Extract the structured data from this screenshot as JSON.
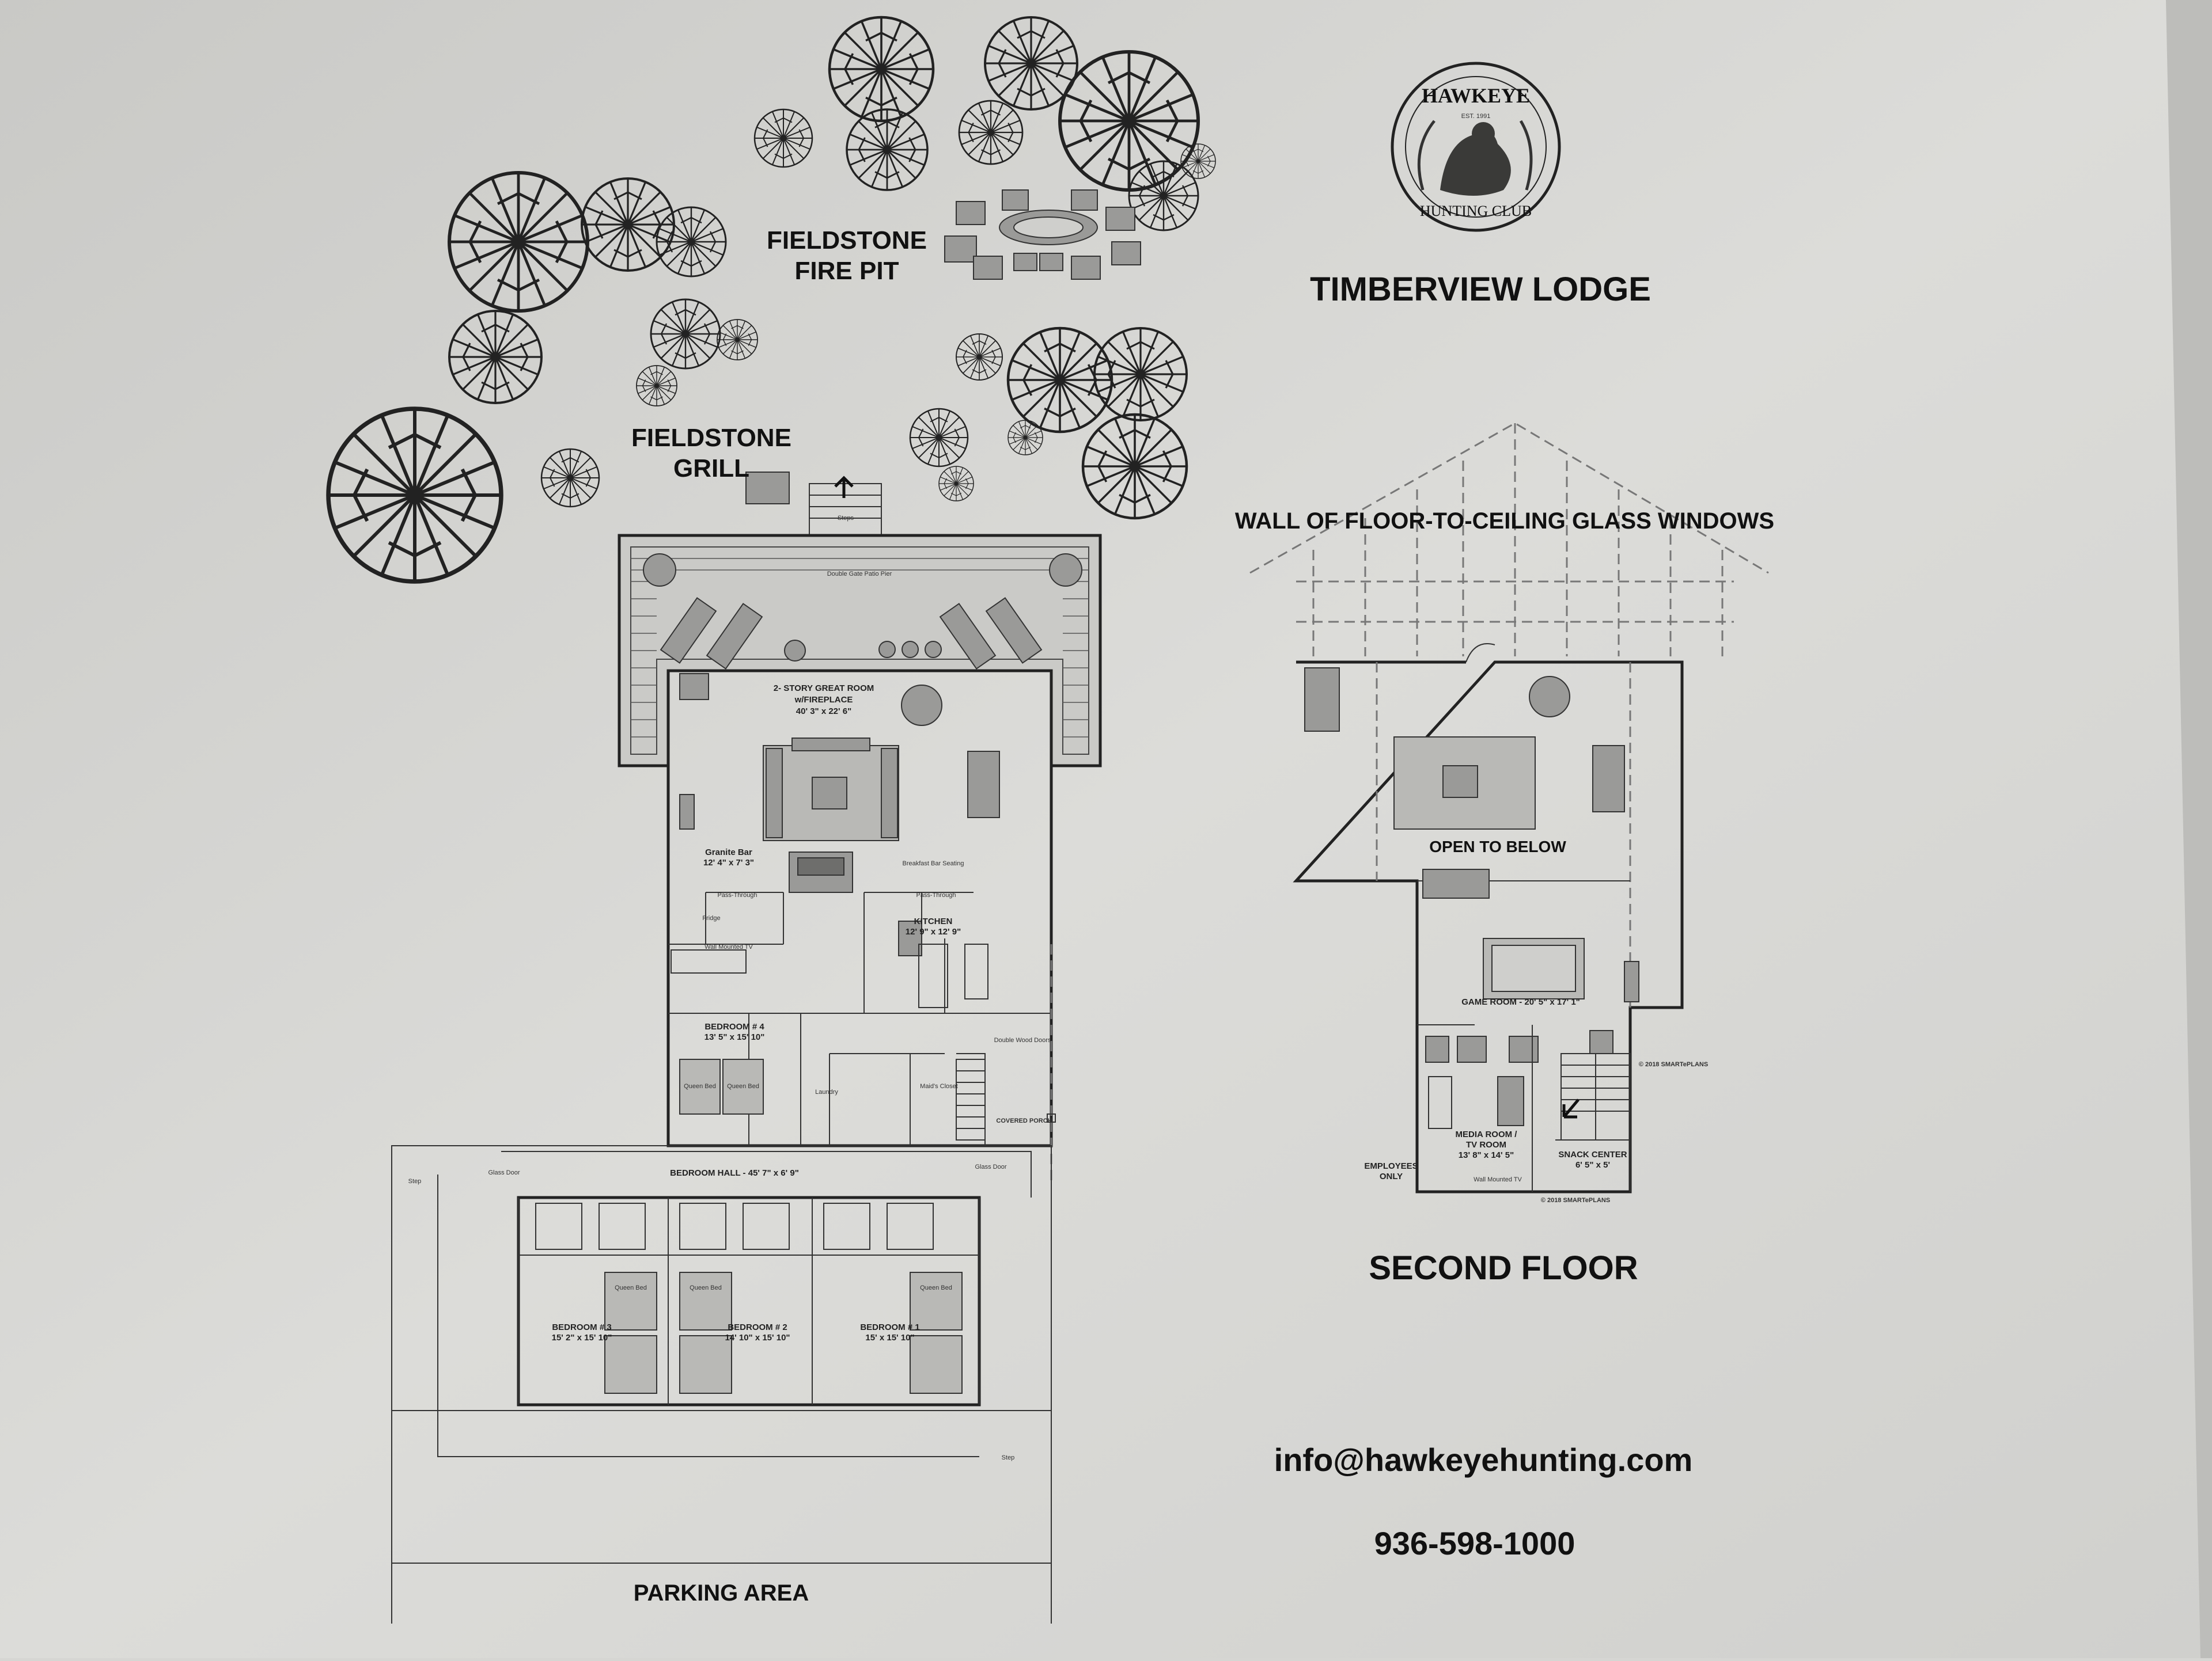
{
  "brand": {
    "logo_top": "HAWKEYE",
    "logo_est": "EST. 1991",
    "logo_bottom": "HUNTING CLUB",
    "lodge_name": "TIMBERVIEW LODGE"
  },
  "site_labels": {
    "fire_pit_1": "FIELDSTONE",
    "fire_pit_2": "FIRE PIT",
    "grill_1": "FIELDSTONE",
    "grill_2": "GRILL",
    "parking": "PARKING AREA",
    "steps": "Steps",
    "step": "Step",
    "deck_note": "Double Gate Patio Pier"
  },
  "first_floor": {
    "great_room_1": "2- STORY GREAT ROOM",
    "great_room_2": "w/FIREPLACE",
    "great_room_dim": "40' 3\" x 22' 6\"",
    "granite_bar": "Granite Bar",
    "granite_bar_dim": "12' 4\" x 7' 3\"",
    "breakfast_bar": "Breakfast Bar Seating",
    "pass_through_1": "Pass-Through",
    "pass_through_2": "Pass-Through",
    "fridge": "Fridge",
    "kitchen": "KITCHEN",
    "kitchen_dim": "12' 9\" x 12' 9\"",
    "wall_tv": "Wall Mounted TV",
    "bedroom4": "BEDROOM # 4",
    "bedroom4_dim": "13' 5\" x 15' 10\"",
    "laundry": "Laundry",
    "maids_closet": "Maid's Closet",
    "double_doors": "Double Wood Doors",
    "covered_porch": "COVERED PORCH",
    "bedroom_hall": "BEDROOM HALL - 45' 7\" x 6' 9\"",
    "glass_door_1": "Glass Door",
    "glass_door_2": "Glass Door",
    "bedroom3": "BEDROOM # 3",
    "bedroom3_dim": "15' 2\" x 15' 10\"",
    "bedroom2": "BEDROOM # 2",
    "bedroom2_dim": "14' 10\" x 15' 10\"",
    "bedroom1": "BEDROOM # 1",
    "bedroom1_dim": "15' x 15' 10\"",
    "queen_bed": "Queen Bed"
  },
  "second_floor": {
    "windows_label": "WALL OF FLOOR-TO-CEILING GLASS WINDOWS",
    "open_below": "OPEN TO BELOW",
    "game_room": "GAME ROOM - 20' 5\" x 17' 1\"",
    "media_room_1": "MEDIA ROOM /",
    "media_room_2": "TV ROOM",
    "media_room_dim": "13' 8\" x 14' 5\"",
    "snack_center": "SNACK CENTER",
    "snack_dim": "6' 5\" x 5'",
    "employees_1": "EMPLOYEES",
    "employees_2": "ONLY",
    "wall_tv": "Wall Mounted TV",
    "copyright_1": "© 2018 SMARTePLANS",
    "copyright_2": "© 2018 SMARTePLANS",
    "floor_title": "SECOND FLOOR"
  },
  "contact": {
    "email": "info@hawkeyehunting.com",
    "phone": "936-598-1000"
  }
}
